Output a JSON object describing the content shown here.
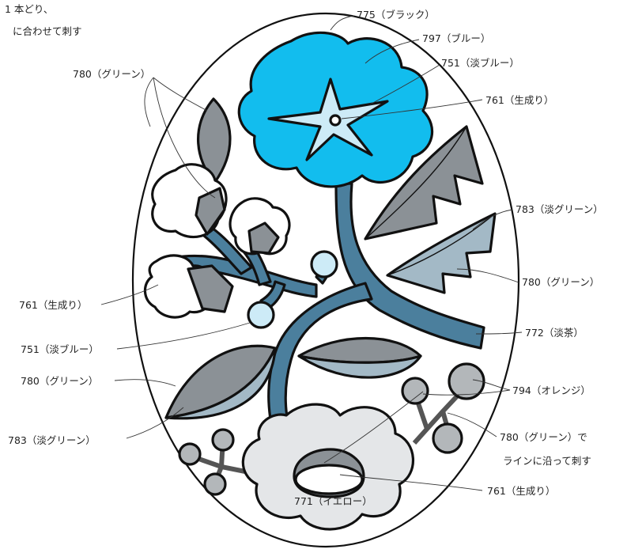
{
  "header_note": [
    "1 本どり、",
    "に合わせて刺す"
  ],
  "colors": {
    "black": "#111111",
    "blue": "#12bdee",
    "light_blue": "#cdebf7",
    "cream": "#ffffff",
    "green": "#8b9196",
    "light_green": "#a3b9c6",
    "tea": "#4b7f9d",
    "yellow": "#e4e6e8",
    "orange": "#b3b7ba"
  },
  "labels": {
    "black_775": "775（ブラック）",
    "blue_797": "797（ブルー）",
    "lightblue_751_top": "751（淡ブルー）",
    "cream_761_top": "761（生成り）",
    "green_780_top": "780（グリーン）",
    "lightgreen_783_right": "783（淡グリーン）",
    "green_780_right": "780（グリーン）",
    "cream_761_left": "761（生成り）",
    "tea_772": "772（淡茶）",
    "lightblue_751_left": "751（淡ブルー）",
    "green_780_left": "780（グリーン）",
    "orange_794": "794（オレンジ）",
    "lightgreen_783_left": "783（淡グリーン）",
    "green_780_line_1": "780（グリーン）で",
    "green_780_line_2": "ラインに沿って刺す",
    "yellow_771": "771（イエロー）",
    "cream_761_bottom": "761（生成り）"
  }
}
